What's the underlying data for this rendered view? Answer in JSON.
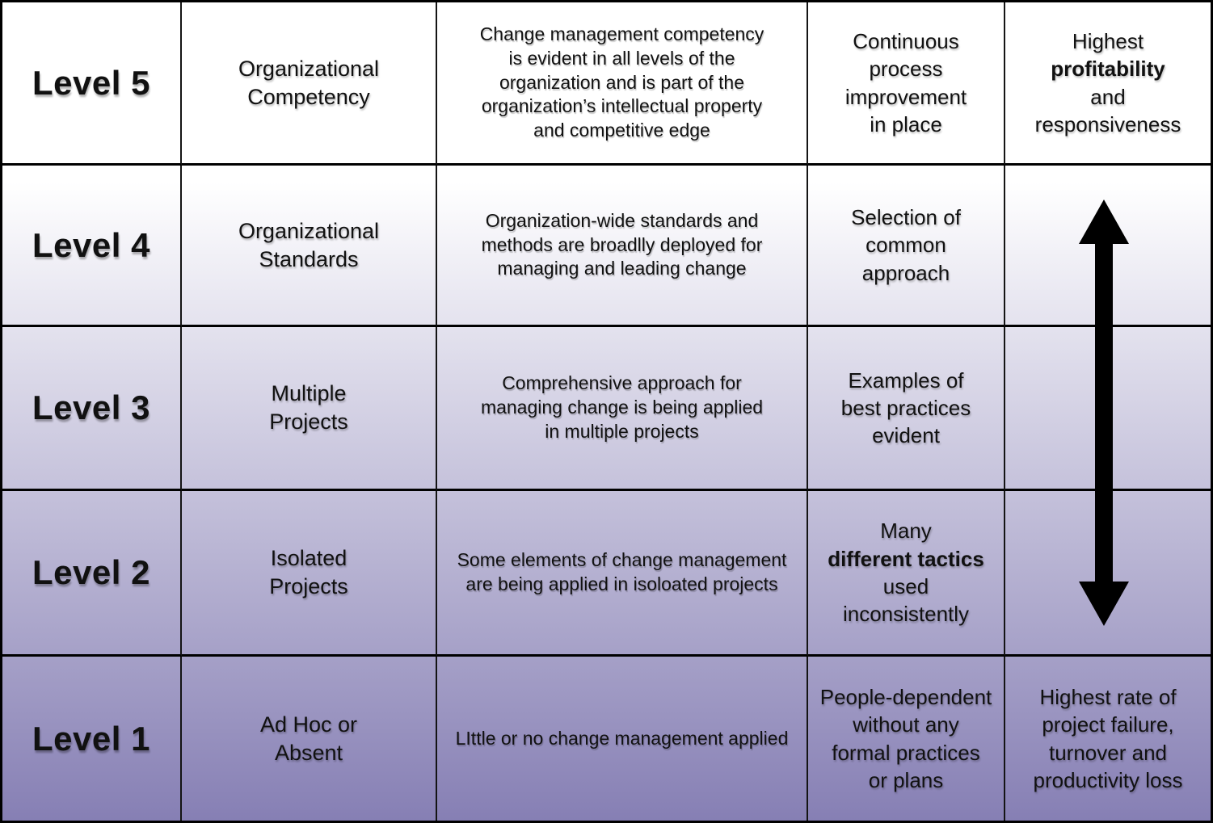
{
  "colors": {
    "gradient_top": "#ffffff",
    "gradient_bottom": "#867fb4",
    "grid_border": "#000000",
    "text": "#111111",
    "arrow": "#000000"
  },
  "table": {
    "rows": [
      {
        "level": "Level 5",
        "name_lines": [
          "Organizational",
          "Competency"
        ],
        "description_lines": [
          "Change management competency",
          "is evident in all levels of the",
          "organization and is part of the",
          "organization’s intellectual property",
          "and competitive edge"
        ],
        "status_lines": [
          "Continuous",
          "process",
          "improvement",
          "in place"
        ],
        "outcome_lines": [
          "Highest",
          {
            "text": "profitability",
            "bold": true
          },
          "and",
          "responsiveness"
        ]
      },
      {
        "level": "Level 4",
        "name_lines": [
          "Organizational",
          "Standards"
        ],
        "description_lines": [
          "Organization-wide standards and",
          "methods are broadlly deployed for",
          "managing and leading change"
        ],
        "status_lines": [
          "Selection of",
          "common",
          "approach"
        ],
        "outcome_lines": []
      },
      {
        "level": "Level 3",
        "name_lines": [
          "Multiple",
          "Projects"
        ],
        "description_lines": [
          "Comprehensive approach for",
          "managing change is being applied",
          "in multiple projects"
        ],
        "status_lines": [
          "Examples of",
          "best practices",
          "evident"
        ],
        "outcome_lines": []
      },
      {
        "level": "Level 2",
        "name_lines": [
          "Isolated",
          "Projects"
        ],
        "description_lines": [
          "Some elements of change management",
          "are being applied in isoloated projects"
        ],
        "status_lines": [
          "Many",
          {
            "text": "different tactics",
            "bold": true
          },
          "used",
          "inconsistently"
        ],
        "outcome_lines": []
      },
      {
        "level": "Level 1",
        "name_lines": [
          "Ad Hoc or",
          "Absent"
        ],
        "description_lines": [
          "LIttle or no change management applied"
        ],
        "status_lines": [
          "People-dependent",
          "without any",
          "formal practices",
          "or plans"
        ],
        "outcome_lines": [
          "Highest rate of",
          "project failure,",
          "turnover and",
          "productivity loss"
        ]
      }
    ]
  },
  "arrow": {
    "name": "double-headed vertical arrow spanning Level 4 to Level 2 outcome column"
  }
}
